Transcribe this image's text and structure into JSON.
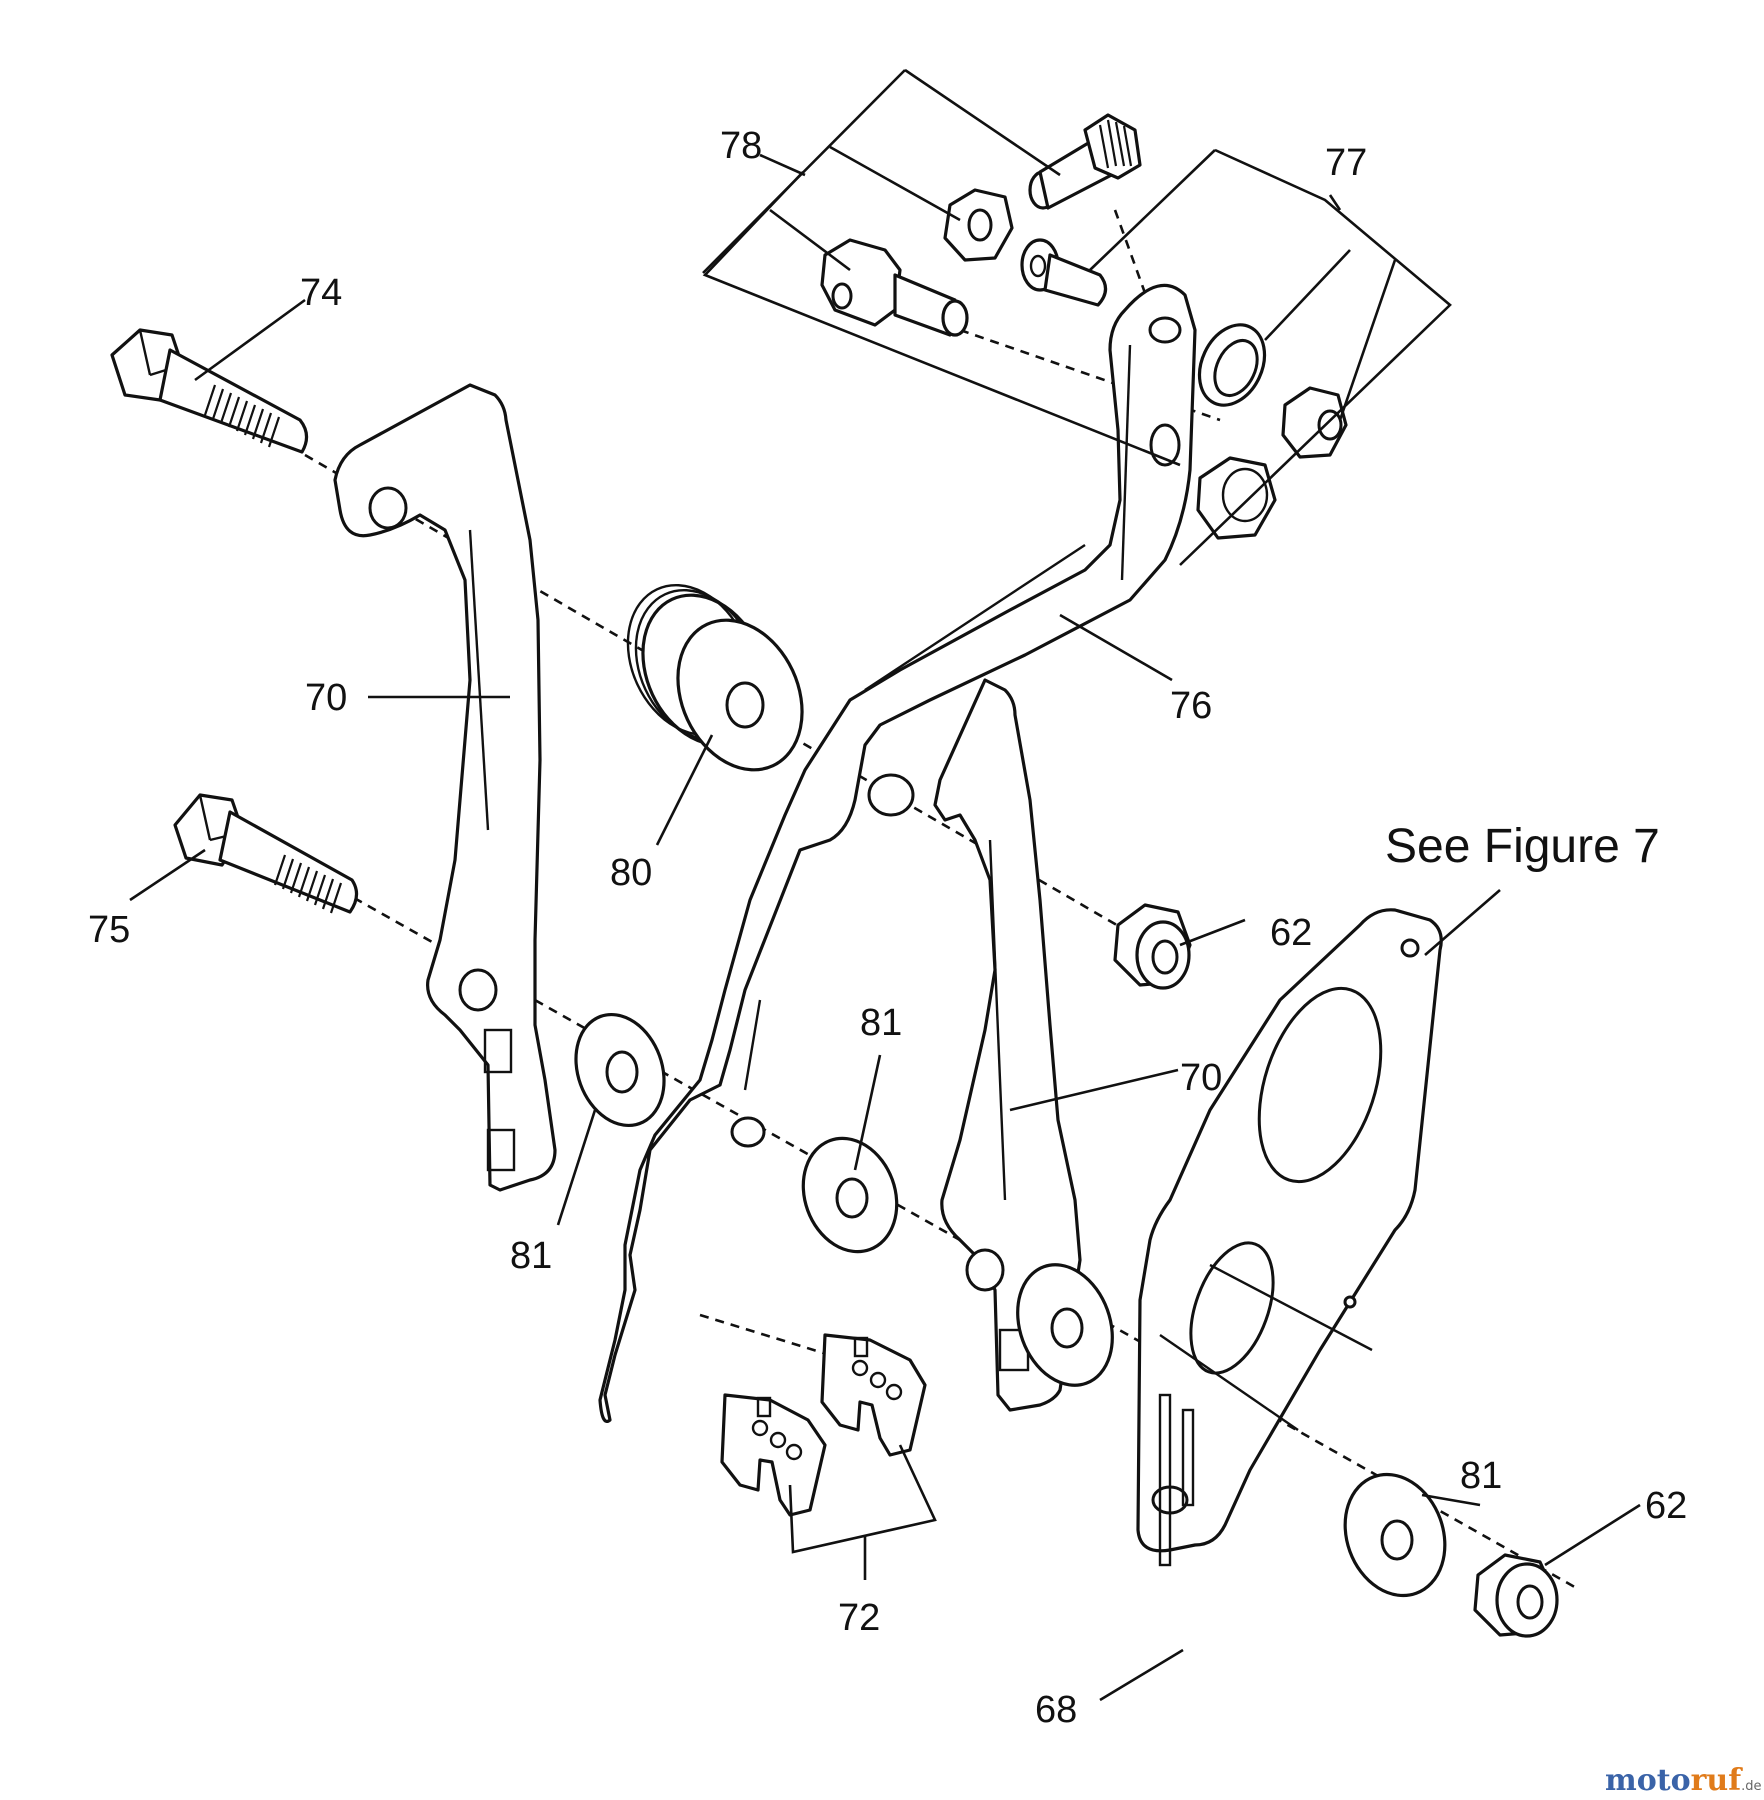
{
  "callouts": {
    "c62a": "62",
    "c62b": "62",
    "c68": "68",
    "c70a": "70",
    "c70b": "70",
    "c72": "72",
    "c74": "74",
    "c75": "75",
    "c76": "76",
    "c77": "77",
    "c78": "78",
    "c80": "80",
    "c81a": "81",
    "c81b": "81",
    "c81c": "81"
  },
  "note": "See Figure 7",
  "watermark": {
    "part1": "moto",
    "part2": "ruf",
    "suffix": ".de"
  }
}
